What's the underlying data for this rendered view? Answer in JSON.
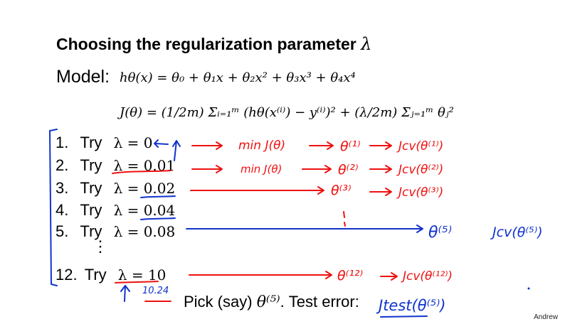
{
  "title": {
    "text": "Choosing the regularization parameter",
    "symbol": "λ"
  },
  "model": {
    "label": "Model:",
    "hypothesis": "hθ(x) = θ₀ + θ₁x + θ₂x² + θ₃x³ + θ₄x⁴",
    "cost": "J(θ) = (1/2m) Σᵢ₌₁ᵐ (hθ(x⁽ⁱ⁾) − y⁽ⁱ⁾)² + (λ/2m) Σⱼ₌₁ᵐ θⱼ²"
  },
  "tries": [
    {
      "num": "1.",
      "label": "Try",
      "lambda": "λ = 0"
    },
    {
      "num": "2.",
      "label": "Try",
      "lambda": "λ = 0.01"
    },
    {
      "num": "3.",
      "label": "Try",
      "lambda": "λ = 0.02"
    },
    {
      "num": "4.",
      "label": "Try",
      "lambda": "λ = 0.04"
    },
    {
      "num": "5.",
      "label": "Try",
      "lambda": "λ = 0.08"
    },
    {
      "num": "12.",
      "label": "Try",
      "lambda": "λ = 10"
    }
  ],
  "ellipsis": "⋮",
  "pick": {
    "text": "Pick (say)",
    "theta": "θ⁽⁵⁾",
    "suffix": ".  Test error:"
  },
  "annotations": {
    "row1": "min J(θ) → θ⁽¹⁾ → Jcv(θ⁽¹⁾)",
    "row1_min": "min J(θ)",
    "row1_theta": "θ⁽¹⁾",
    "row1_jcv": "Jcv(θ⁽¹⁾)",
    "row2_min": "min J(θ)",
    "row2_theta": "θ⁽²⁾",
    "row2_jcv": "Jcv(θ⁽²⁾)",
    "row3_theta": "θ⁽³⁾",
    "row3_jcv": "Jcv(θ⁽³⁾)",
    "row5_theta": "θ⁽⁵⁾",
    "row5_jcv": "Jcv(θ⁽⁵⁾)",
    "row12_theta": "θ⁽¹²⁾",
    "row12_jcv": "Jcv(θ⁽¹²⁾)",
    "under_10": "10.24",
    "test_error": "Jtest(θ⁽⁵⁾)"
  },
  "footer": "Andrew",
  "colors": {
    "red": "#e11",
    "blue": "#1133cc",
    "black": "#000000"
  }
}
